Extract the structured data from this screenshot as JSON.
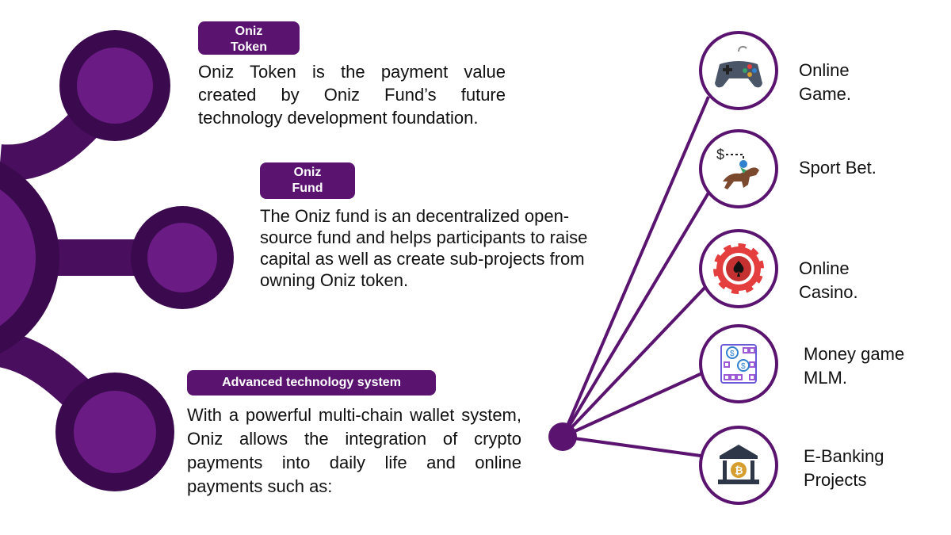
{
  "sections": {
    "token": {
      "pill_line1": "Oniz",
      "pill_line2": "Token",
      "text": "Oniz Token is the payment value created by Oniz Fund’s future technology development foundation."
    },
    "fund": {
      "pill_line1": "Oniz",
      "pill_line2": "Fund",
      "text": "The Oniz fund is an decentralized open-source fund and helps participants to raise capital as well as create sub-projects from owning Oniz token."
    },
    "tech": {
      "pill": "Advanced technology system",
      "text": "With a powerful multi-chain wallet system, Oniz allows the integration of crypto payments into daily life and online payments such as:"
    }
  },
  "uses": [
    {
      "label_line1": "Online",
      "label_line2": "Game.",
      "icon": "gamepad-icon"
    },
    {
      "label_line1": "Sport Bet.",
      "label_line2": "",
      "icon": "horse-racing-icon"
    },
    {
      "label_line1": "Online",
      "label_line2": "Casino.",
      "icon": "casino-chip-icon"
    },
    {
      "label_line1": "Money game",
      "label_line2": "MLM.",
      "icon": "money-grid-icon"
    },
    {
      "label_line1": "E-Banking",
      "label_line2": "Projects",
      "icon": "crypto-bank-icon"
    }
  ],
  "colors": {
    "primary_purple": "#5a1470",
    "dark_purple": "#3b0a4e",
    "node_fill": "#6a1b84"
  }
}
